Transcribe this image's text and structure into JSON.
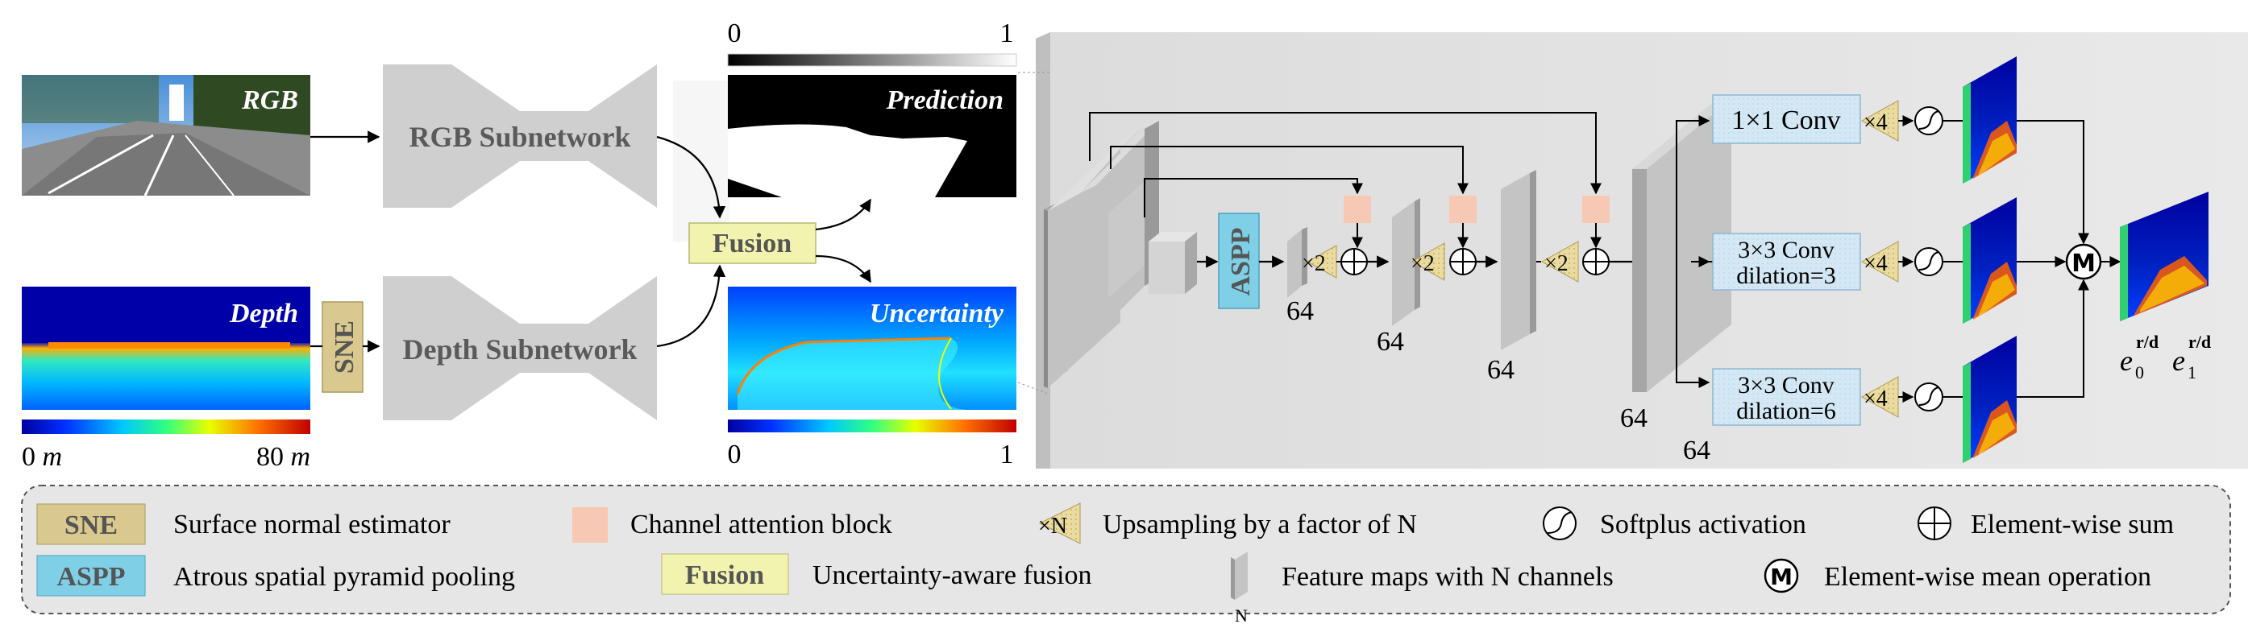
{
  "inputs": {
    "rgb_label": "RGB",
    "depth_label": "Depth",
    "depth_scale_min": "0",
    "depth_scale_min_unit": "m",
    "depth_scale_max": "80",
    "depth_scale_max_unit": "m"
  },
  "subnetworks": {
    "rgb": "RGB Subnetwork",
    "depth": "Depth Subnetwork",
    "sne": "SNE",
    "fusion": "Fusion"
  },
  "outputs": {
    "prediction_label": "Prediction",
    "uncertainty_label": "Uncertainty",
    "prediction_scale_min": "0",
    "prediction_scale_max": "1",
    "uncertainty_scale_min": "0",
    "uncertainty_scale_max": "1"
  },
  "decoder": {
    "aspp": "ASPP",
    "upsample_label": "×2",
    "heads_upsample_label": "×4",
    "channels_a": "64",
    "channels_b": "64",
    "channels_c": "64",
    "channels_d": "64",
    "channels_e": "64",
    "conv1": "1×1 Conv",
    "conv2_line1": "3×3 Conv",
    "conv2_line2": "dilation=3",
    "conv3_line1": "3×3 Conv",
    "conv3_line2": "dilation=6",
    "mean_symbol": "M",
    "out_e0_base": "e",
    "out_e0_sub": "0",
    "out_e0_sup": "r/d",
    "out_e1_base": "e",
    "out_e1_sub": "1",
    "out_e1_sup": "r/d"
  },
  "legend": {
    "sne_box": "SNE",
    "sne_text": "Surface normal estimator",
    "aspp_box": "ASPP",
    "aspp_text": "Atrous spatial pyramid pooling",
    "channel_attention_text": "Channel attention block",
    "fusion_box": "Fusion",
    "fusion_text": "Uncertainty-aware fusion",
    "upsample_glyph": "×N",
    "upsample_text": "Upsampling by a factor of N",
    "feature_map_glyph": "N",
    "feature_map_text": "Feature maps with N channels",
    "softplus_text": "Softplus activation",
    "mean_glyph": "M",
    "mean_text": "Element-wise mean operation",
    "sum_text": "Element-wise sum"
  },
  "colors": {
    "sne": "#d9c98e",
    "fusion": "#f3f3b0",
    "aspp": "#7fd0e6",
    "channel_attention": "#f7c8b3",
    "upsample": "#eadba0",
    "conv_box": "#cde6f3",
    "subnetwork_gray": "#cfcfcf",
    "panel_gray": "#e6e6e6"
  }
}
